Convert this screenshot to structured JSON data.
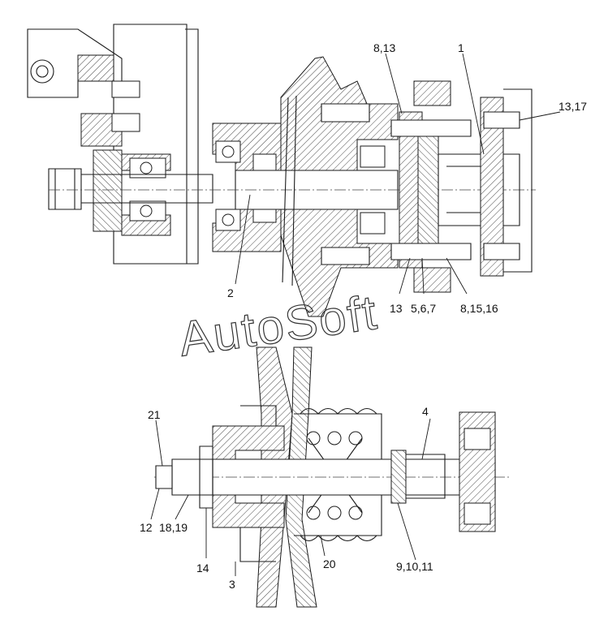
{
  "watermark": "AutoSoft",
  "callouts": {
    "c1": "1",
    "c2": "2",
    "c3": "3",
    "c4": "4",
    "c8_13": "8,13",
    "c13_17": "13,17",
    "c13": "13",
    "c5_6_7": "5,6,7",
    "c8_15_16": "8,15,16",
    "c21": "21",
    "c12": "12",
    "c18_19": "18,19",
    "c14": "14",
    "c20": "20",
    "c9_10_11": "9,10,11"
  }
}
